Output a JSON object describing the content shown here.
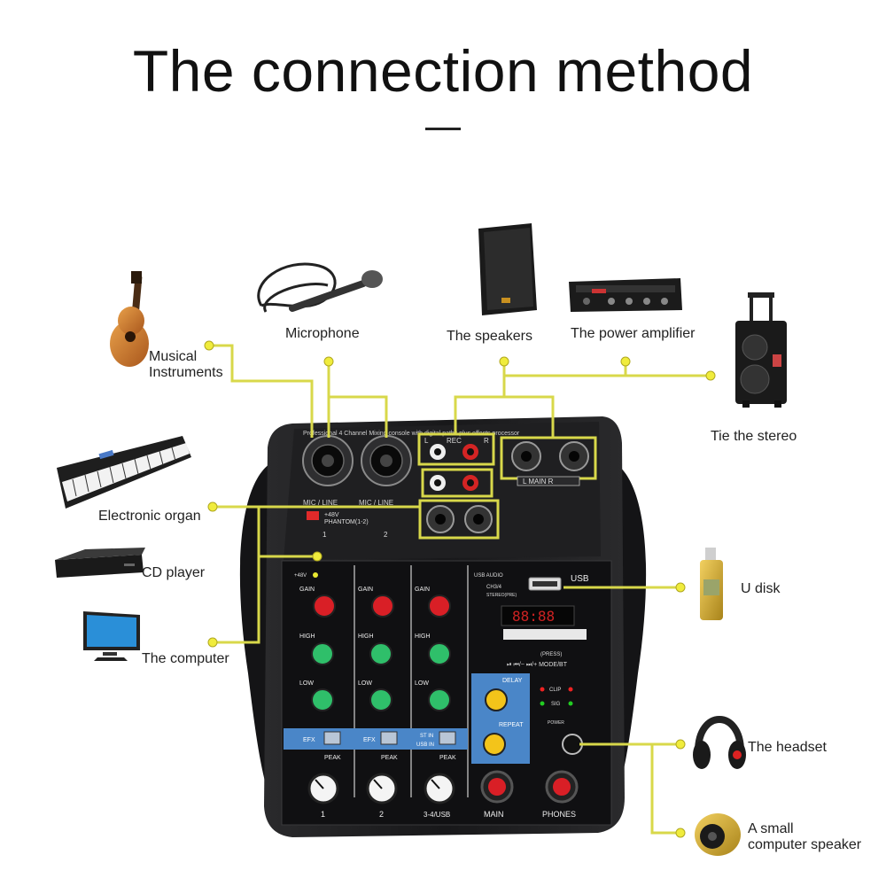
{
  "title": "The connection method",
  "devices": {
    "microphone": "Microphone",
    "speakers": "The speakers",
    "power_amplifier": "The power amplifier",
    "musical_instruments_1": "Musical",
    "musical_instruments_2": "Instruments",
    "electronic_organ": "Electronic organ",
    "cd_player": "CD player",
    "computer": "The computer",
    "stereo": "Tie the stereo",
    "u_disk": "U disk",
    "headset": "The headset",
    "small_speaker_1": "A small",
    "small_speaker_2": "computer speaker"
  },
  "mixer": {
    "top_strip": "Professional 4 Channel Mixing console with digital paths plus effects processor",
    "rec": "REC",
    "l": "L",
    "r": "R",
    "main_lr": "L  MAIN  R",
    "mic_line": "MIC / LINE",
    "phantom_1": "+48V",
    "phantom_2": "PHANTOM(1-2)",
    "ch1": "1",
    "ch2": "2",
    "plus48": "+48V",
    "gain": "GAIN",
    "high": "HIGH",
    "low": "LOW",
    "efx": "EFX",
    "peak": "PEAK",
    "st_in": "ST IN",
    "usb_in": "USB IN",
    "usb_audio": "USB AUDIO",
    "ch34": "CH3/4",
    "stereo_pre": "STEREO(PRE)",
    "usb": "USB",
    "display": "88:88",
    "transport": "⏯   ⏮/−   ⏭/+   MODE/BT",
    "press": "(PRESS)",
    "delay": "DELAY",
    "repeat": "REPEAT",
    "clip": "CLIP",
    "sig": "SIG",
    "power": "POWER",
    "fader_1": "1",
    "fader_2": "2",
    "fader_34": "3-4/USB",
    "main": "MAIN",
    "phones": "PHONES"
  },
  "colors": {
    "connector": "#d8d84a",
    "dot": "#f0ec3c",
    "mixer_body": "#1c1c1e",
    "gain_knob": "#d91f26",
    "eq_knob": "#2fbf6a",
    "delay_knob": "#f3c41a",
    "efx_panel": "#4a86c8"
  }
}
